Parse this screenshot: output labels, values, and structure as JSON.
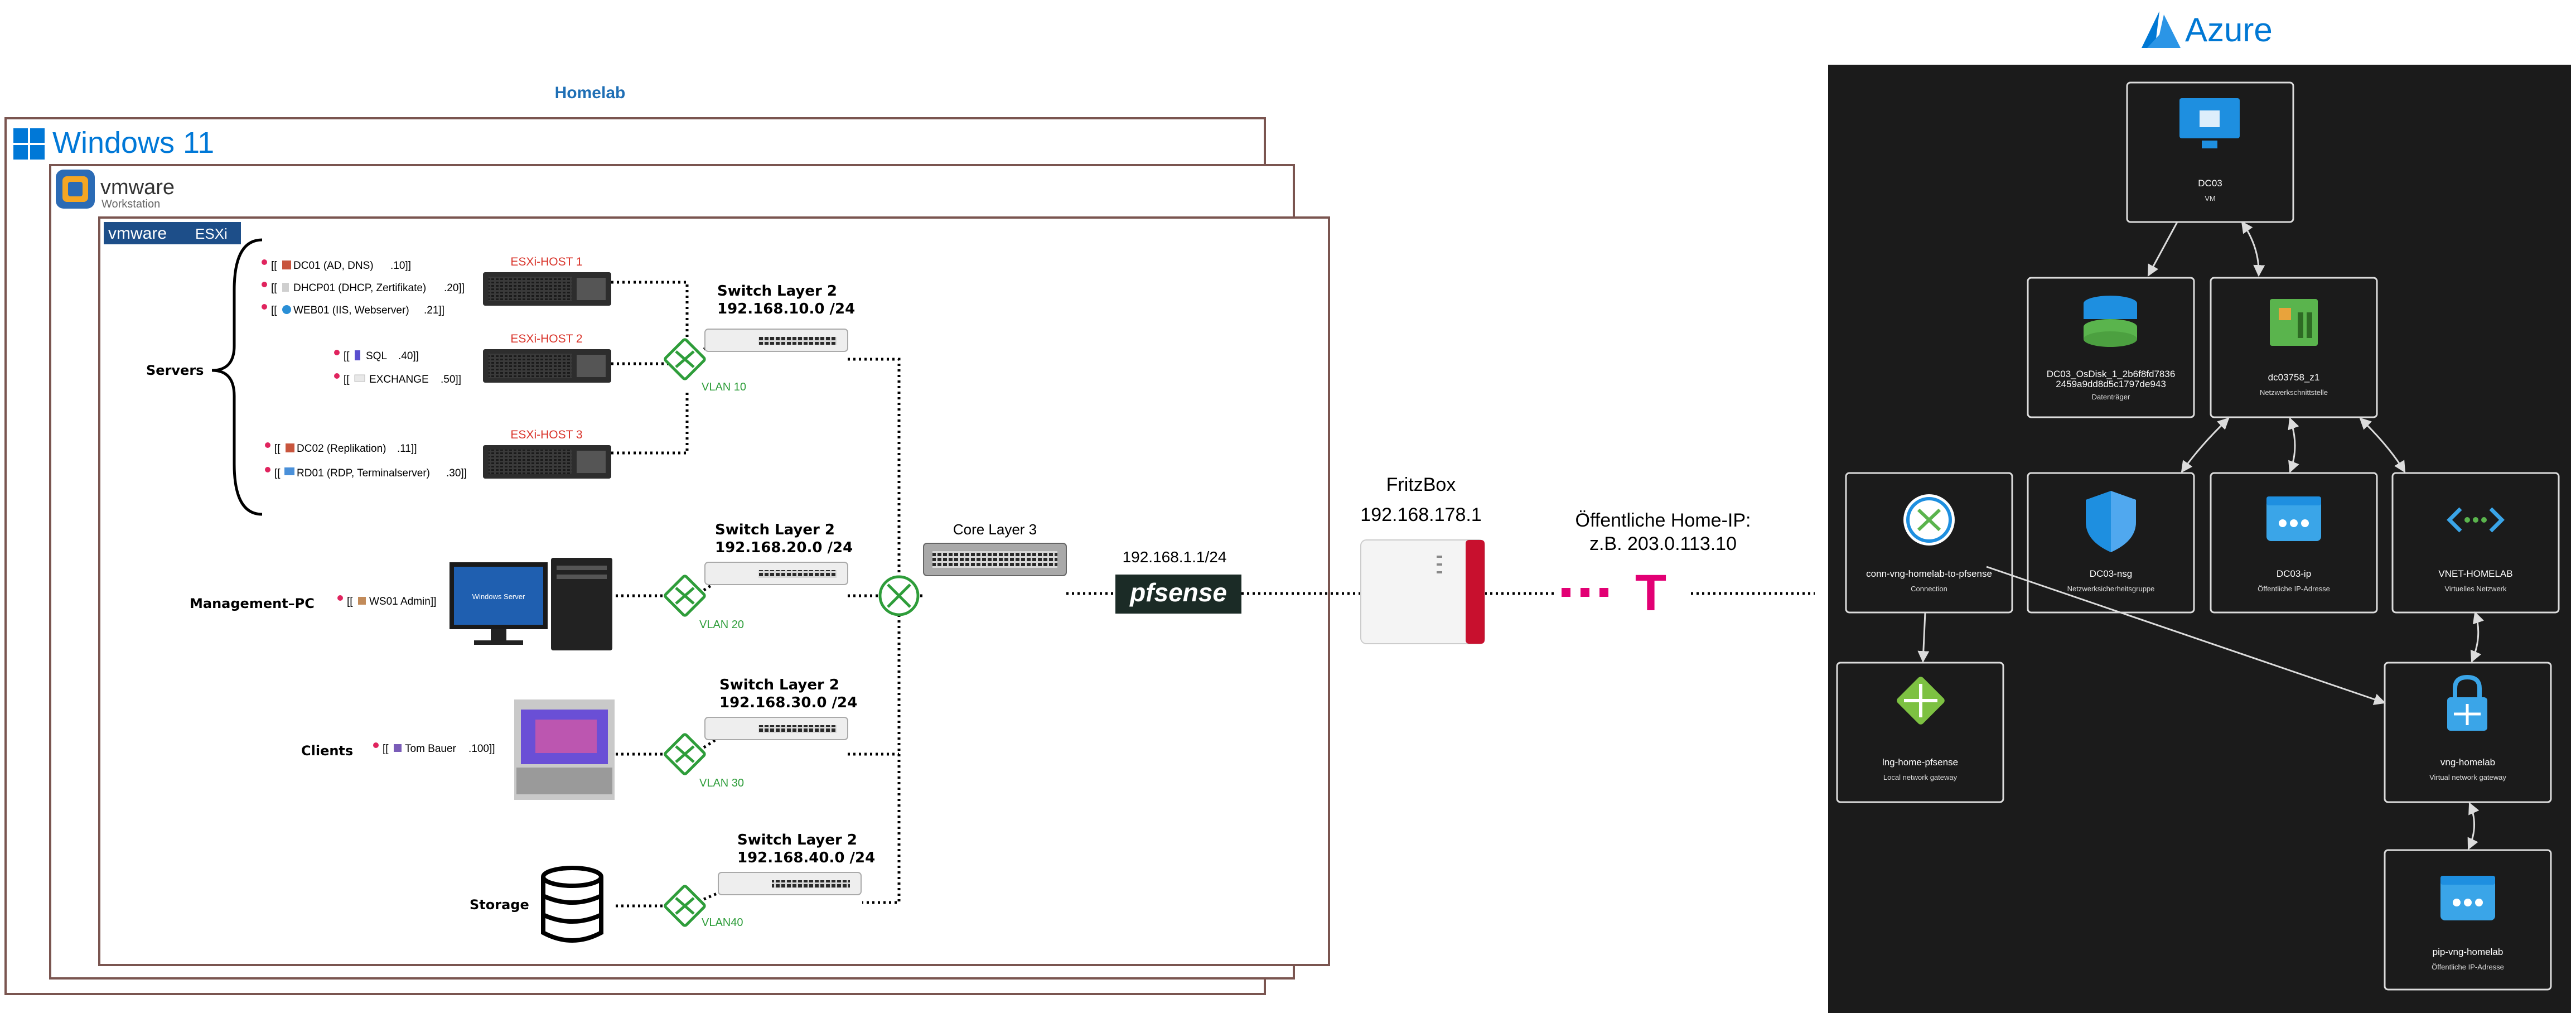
{
  "homelab": {
    "title": "Homelab",
    "windows_label": "Windows 11",
    "vmware_workstation": {
      "brand": "vmware",
      "product": "Workstation"
    },
    "esxi_badge": {
      "brand": "vmware",
      "product": "ESXi"
    },
    "groups": {
      "servers": "Servers",
      "management": "Management–PC",
      "clients": "Clients",
      "storage": "Storage"
    },
    "servers": [
      {
        "prefix": "[[",
        "name": "DC01 (AD, DNS)",
        "ip": ".10]]"
      },
      {
        "prefix": "[[",
        "name": "DHCP01 (DHCP, Zertifikate)",
        "ip": ".20]]"
      },
      {
        "prefix": "[[",
        "name": "WEB01 (IIS, Webserver)",
        "ip": ".21]]"
      },
      {
        "prefix": "[[",
        "name": "SQL",
        "ip": ".40]]"
      },
      {
        "prefix": "[[",
        "name": "EXCHANGE",
        "ip": ".50]]"
      },
      {
        "prefix": "[[",
        "name": "DC02 (Replikation)",
        "ip": ".11]]"
      },
      {
        "prefix": "[[",
        "name": "RD01 (RDP, Terminalserver)",
        "ip": ".30]]"
      }
    ],
    "management_pc": {
      "prefix": "[[",
      "name": "WS01 Admin]]"
    },
    "client": {
      "prefix": "[[",
      "name": "Tom Bauer",
      "ip": ".100]]"
    },
    "windows_server_screen": "Windows Server",
    "hosts": [
      "ESXi-HOST 1",
      "ESXi-HOST 2",
      "ESXi-HOST 3"
    ],
    "switches": [
      {
        "title": "Switch Layer 2",
        "subnet": "192.168.10.0 /24",
        "vlan": "VLAN 10"
      },
      {
        "title": "Switch Layer 2",
        "subnet": "192.168.20.0 /24",
        "vlan": "VLAN 20"
      },
      {
        "title": "Switch Layer 2",
        "subnet": "192.168.30.0 /24",
        "vlan": "VLAN 30"
      },
      {
        "title": "Switch Layer 2",
        "subnet": "192.168.40.0 /24",
        "vlan": "VLAN40"
      }
    ],
    "core": "Core Layer 3",
    "pfsense": {
      "ip": "192.168.1.1/24",
      "logo": "pfsense"
    },
    "fritzbox": {
      "name": "FritzBox",
      "ip": "192.168.178.1"
    },
    "public_ip": {
      "line1": "Öffentliche Home-IP:",
      "line2": "z.B. 203.0.113.10"
    },
    "telekom_logo": "T"
  },
  "azure": {
    "title": "Azure",
    "nodes": {
      "vm": {
        "name": "DC03",
        "type": "VM"
      },
      "disk": {
        "name1": "DC03_OsDisk_1_2b6f8fd7836",
        "name2": "2459a9dd8d5c1797de943",
        "type": "Datenträger"
      },
      "nic": {
        "name": "dc03758_z1",
        "type": "Netzwerkschnittstelle"
      },
      "connection": {
        "name": "conn-vng-homelab-to-pfsense",
        "type": "Connection"
      },
      "nsg": {
        "name": "DC03-nsg",
        "type": "Netzwerksicherheitsgruppe"
      },
      "pip": {
        "name": "DC03-ip",
        "type": "Öffentliche IP-Adresse"
      },
      "vnet": {
        "name": "VNET-HOMELAB",
        "type": "Virtuelles Netzwerk"
      },
      "lng": {
        "name": "lng-home-pfsense",
        "type": "Local network gateway"
      },
      "vng": {
        "name": "vng-homelab",
        "type": "Virtual network gateway"
      },
      "pip_vng": {
        "name": "pip-vng-homelab",
        "type": "Öffentliche IP-Adresse"
      }
    }
  },
  "colors": {
    "frame": "#7a5550",
    "azure_bg": "#1b1b1b",
    "azure_blue": "#0078d4",
    "windows_blue": "#0078d7",
    "homelab_title": "#1f6fb5",
    "host_red": "#d9342b",
    "vlan_green": "#2e9d3a",
    "telekom_magenta": "#e20074",
    "pfsense_bg": "#1b2b26"
  }
}
